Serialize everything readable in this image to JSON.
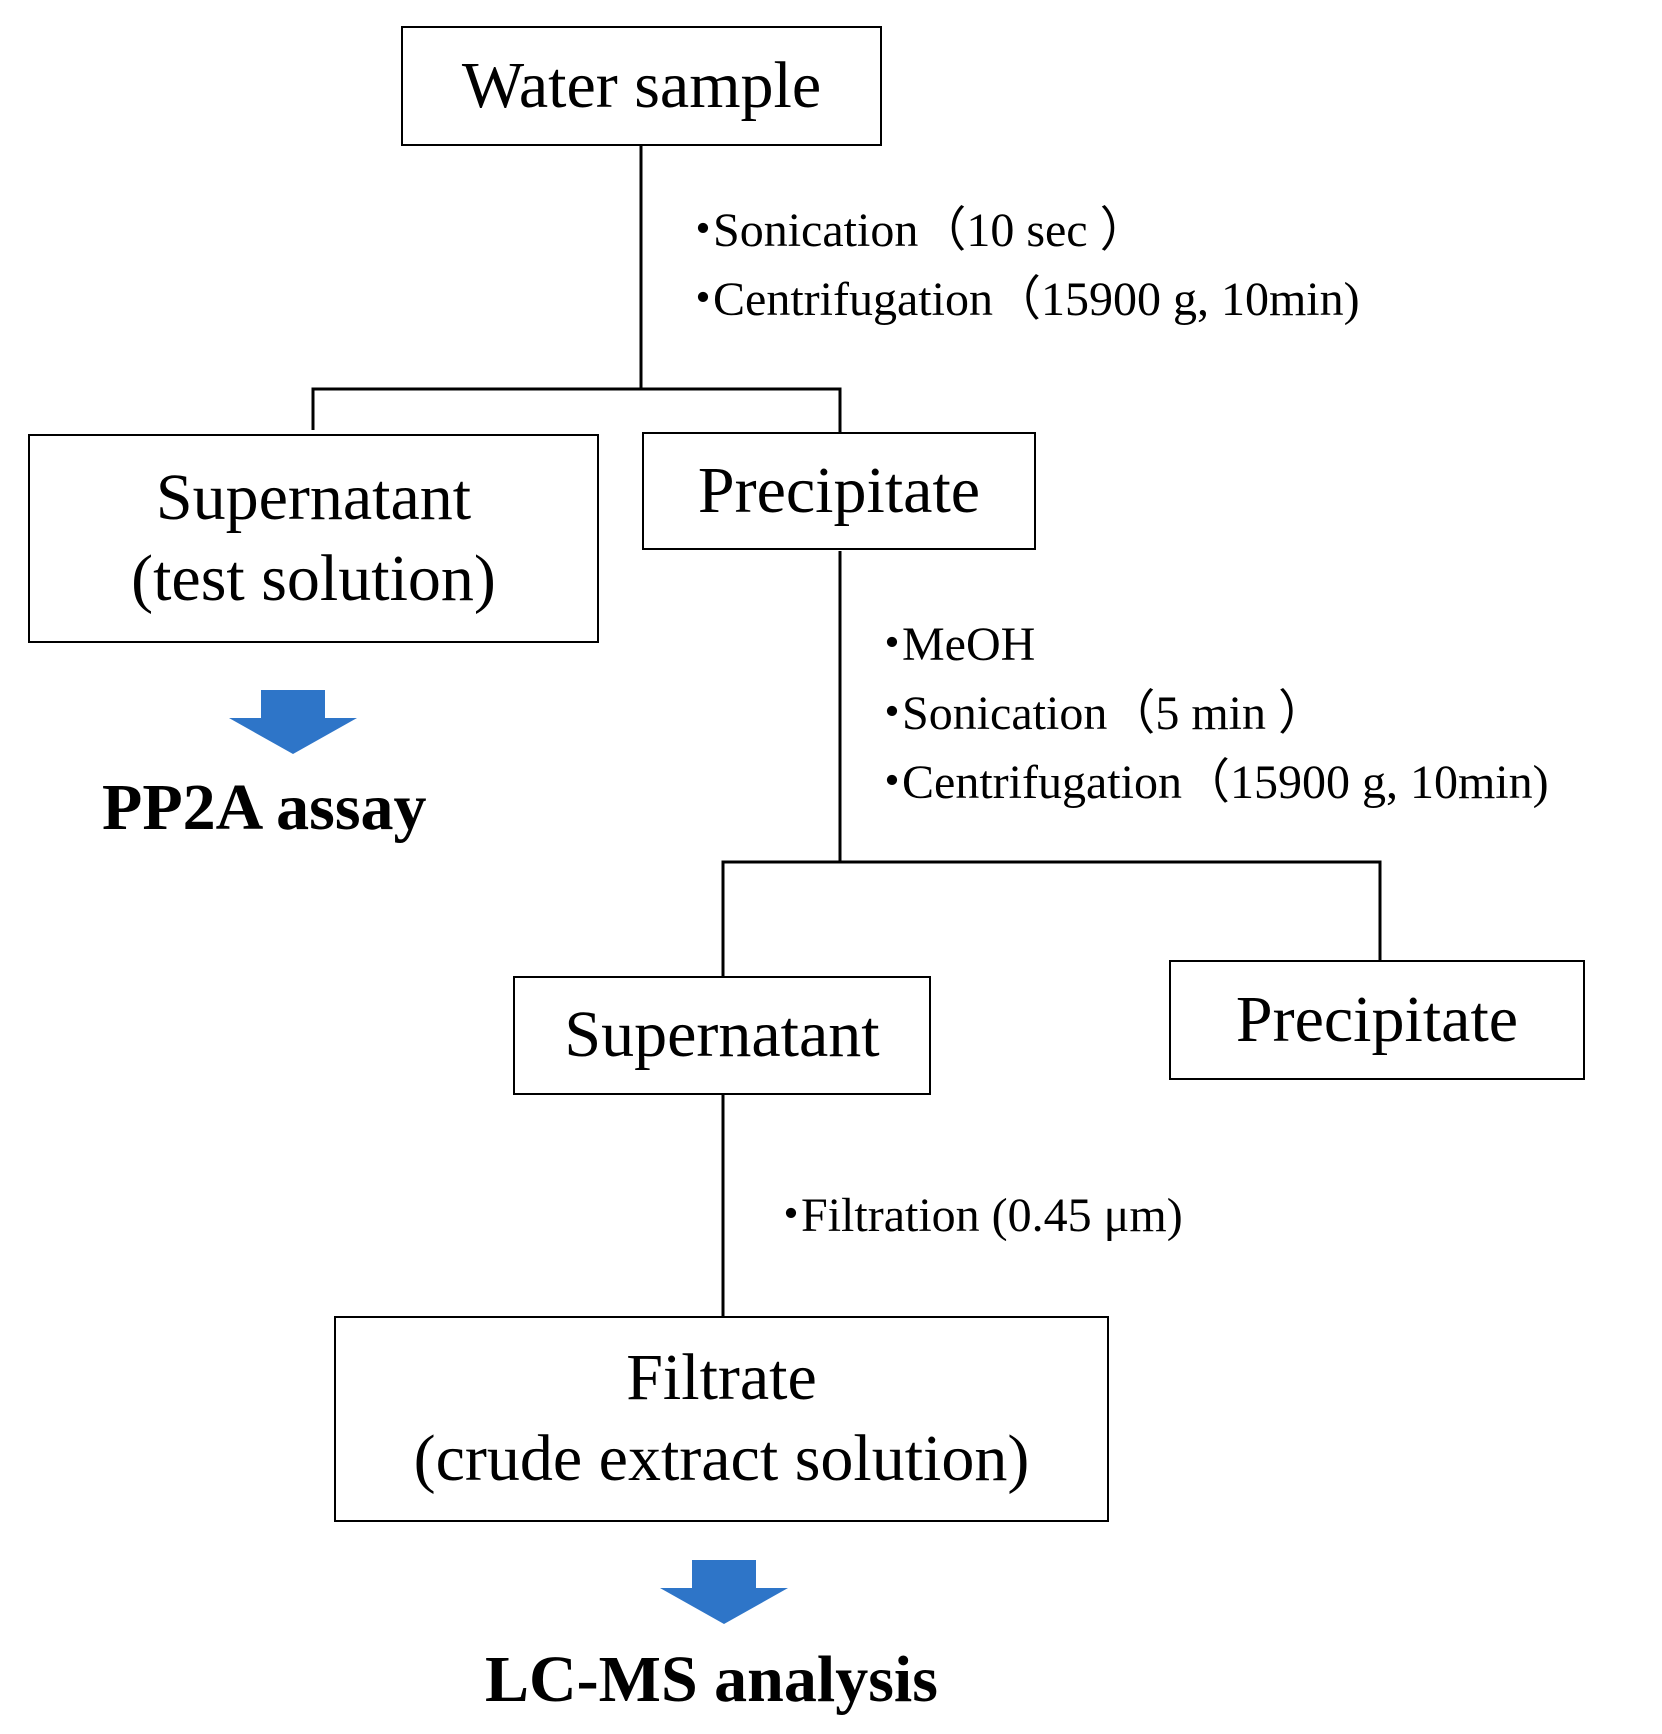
{
  "colors": {
    "arrow": "#2e75c8",
    "line": "#000000"
  },
  "nodes": {
    "water_sample": {
      "lines": [
        "Water sample"
      ]
    },
    "supernatant_1": {
      "lines": [
        "Supernatant",
        "(test solution)"
      ]
    },
    "precipitate_1": {
      "lines": [
        "Precipitate"
      ]
    },
    "supernatant_2": {
      "lines": [
        "Supernatant"
      ]
    },
    "precipitate_2": {
      "lines": [
        "Precipitate"
      ]
    },
    "filtrate": {
      "lines": [
        "Filtrate",
        "(crude extract solution)"
      ]
    }
  },
  "steps": {
    "first": [
      {
        "bullet": "・",
        "text": "Sonication（10 sec ）"
      },
      {
        "bullet": "・",
        "text": "Centrifugation（15900 g, 10min)"
      }
    ],
    "second": [
      {
        "bullet": "・",
        "text": "MeOH"
      },
      {
        "bullet": "・",
        "text": "Sonication（5 min ）"
      },
      {
        "bullet": "・",
        "text": "Centrifugation（15900 g, 10min)"
      }
    ],
    "third": [
      {
        "bullet": "・",
        "text": "Filtration (0.45 μm)"
      }
    ]
  },
  "results": {
    "pp2a": "PP2A assay",
    "lcms": "LC-MS analysis"
  },
  "icons": {
    "arrow_pp2a": "down-arrow-icon",
    "arrow_lcms": "down-arrow-icon"
  }
}
